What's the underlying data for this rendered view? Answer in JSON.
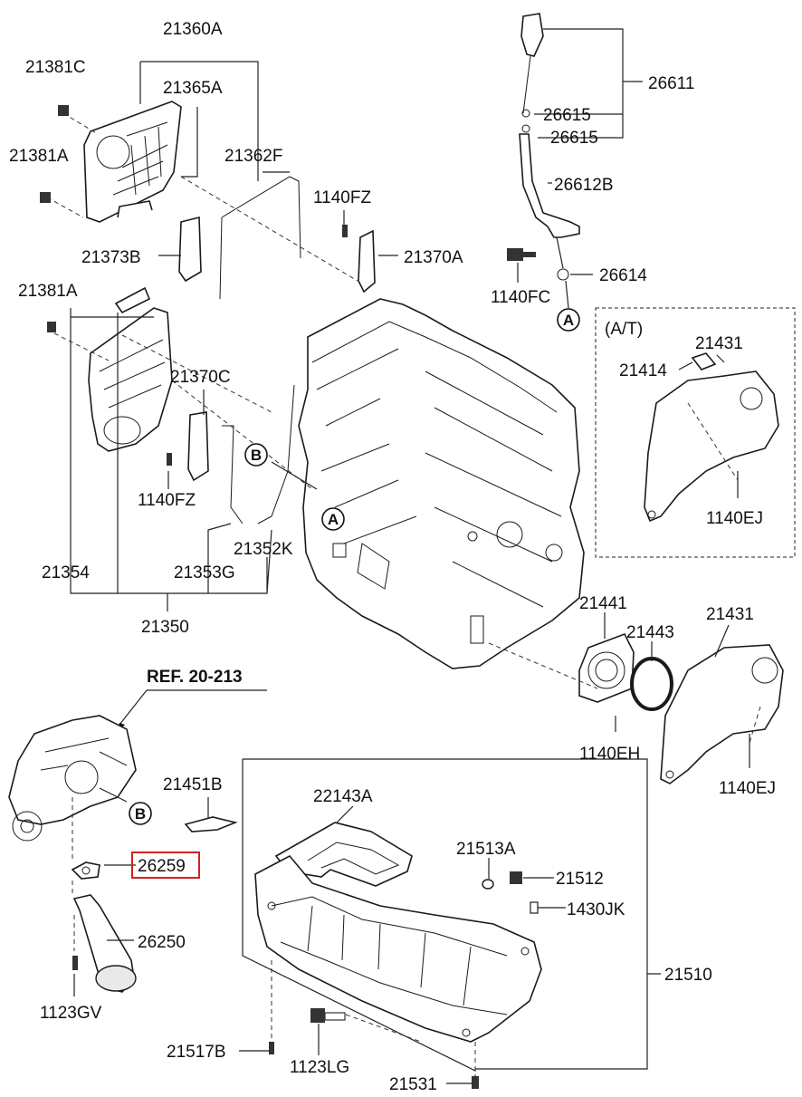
{
  "callouts": {
    "c21360A": "21360A",
    "c21365A": "21365A",
    "c21381C": "21381C",
    "c21381A_top": "21381A",
    "c21362F": "21362F",
    "c21373B": "21373B",
    "c1140FZ_top": "1140FZ",
    "c21370A": "21370A",
    "c21381A_mid": "21381A",
    "c21370C": "21370C",
    "c1140FZ_mid": "1140FZ",
    "c21354": "21354",
    "c21353G": "21353G",
    "c21352K": "21352K",
    "c21350": "21350",
    "c26611": "26611",
    "c26615_a": "26615",
    "c26615_b": "26615",
    "c26612B": "26612B",
    "c1140FC": "1140FC",
    "c26614": "26614",
    "c21431_at": "21431",
    "c21414": "21414",
    "c1140EJ_at": "1140EJ",
    "c21441": "21441",
    "c21443": "21443",
    "c21431": "21431",
    "c1140EH": "1140EH",
    "c1140EJ": "1140EJ",
    "c21451B": "21451B",
    "c26259": "26259",
    "c26250": "26250",
    "c1123GV": "1123GV",
    "c22143A": "22143A",
    "c21513A": "21513A",
    "c21512": "21512",
    "c1430JK": "1430JK",
    "c21510": "21510",
    "c21517B": "21517B",
    "c1123LG": "1123LG",
    "c21531": "21531"
  },
  "markers": {
    "A_top": "A",
    "B_mid": "B",
    "A_mid": "A",
    "B_low": "B"
  },
  "group_label": "(A/T)",
  "reference": "REF. 20-213",
  "highlight": {
    "part": "26259",
    "color": "#d42020"
  }
}
